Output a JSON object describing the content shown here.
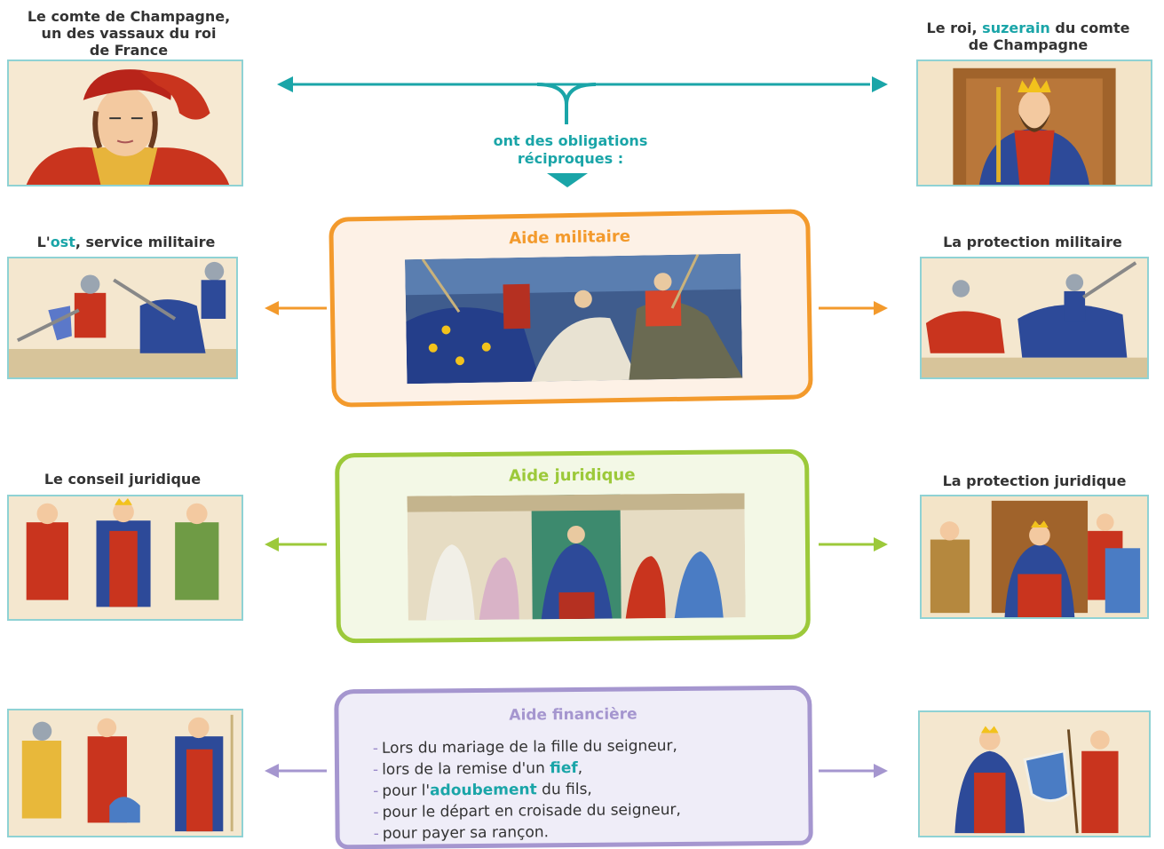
{
  "top": {
    "vassal_caption": [
      "Le comte de Champagne,",
      "un des vassaux du roi",
      "de France"
    ],
    "king_caption_prefix": "Le roi, ",
    "king_caption_term": "suzerain",
    "king_caption_suffix": " du comte",
    "king_caption_line2": "de Champagne",
    "obligations_line1": "ont des obligations",
    "obligations_line2": "réciproques :"
  },
  "military": {
    "box_title": "Aide militaire",
    "left_caption_prefix": "L'",
    "left_caption_term": "ost",
    "left_caption_suffix": ", service militaire",
    "right_caption": "La protection militaire"
  },
  "juridical": {
    "box_title": "Aide juridique",
    "left_caption": "Le conseil juridique",
    "right_caption": "La protection juridique"
  },
  "financial": {
    "box_title": "Aide financière",
    "items": [
      {
        "before": "Lors du mariage de la fille du seigneur,",
        "term": "",
        "after": ""
      },
      {
        "before": "lors de la remise d'un ",
        "term": "fief",
        "after": ","
      },
      {
        "before": "pour l'",
        "term": "adoubement",
        "after": " du fils,"
      },
      {
        "before": "pour le départ en croisade du seigneur,",
        "term": "",
        "after": ""
      },
      {
        "before": "pour payer sa rançon.",
        "term": "",
        "after": ""
      }
    ],
    "bullet": "-"
  },
  "colors": {
    "teal": "#1aa5a8",
    "orange": "#f39a2c",
    "green": "#9cc93a",
    "purple": "#a596cf"
  }
}
